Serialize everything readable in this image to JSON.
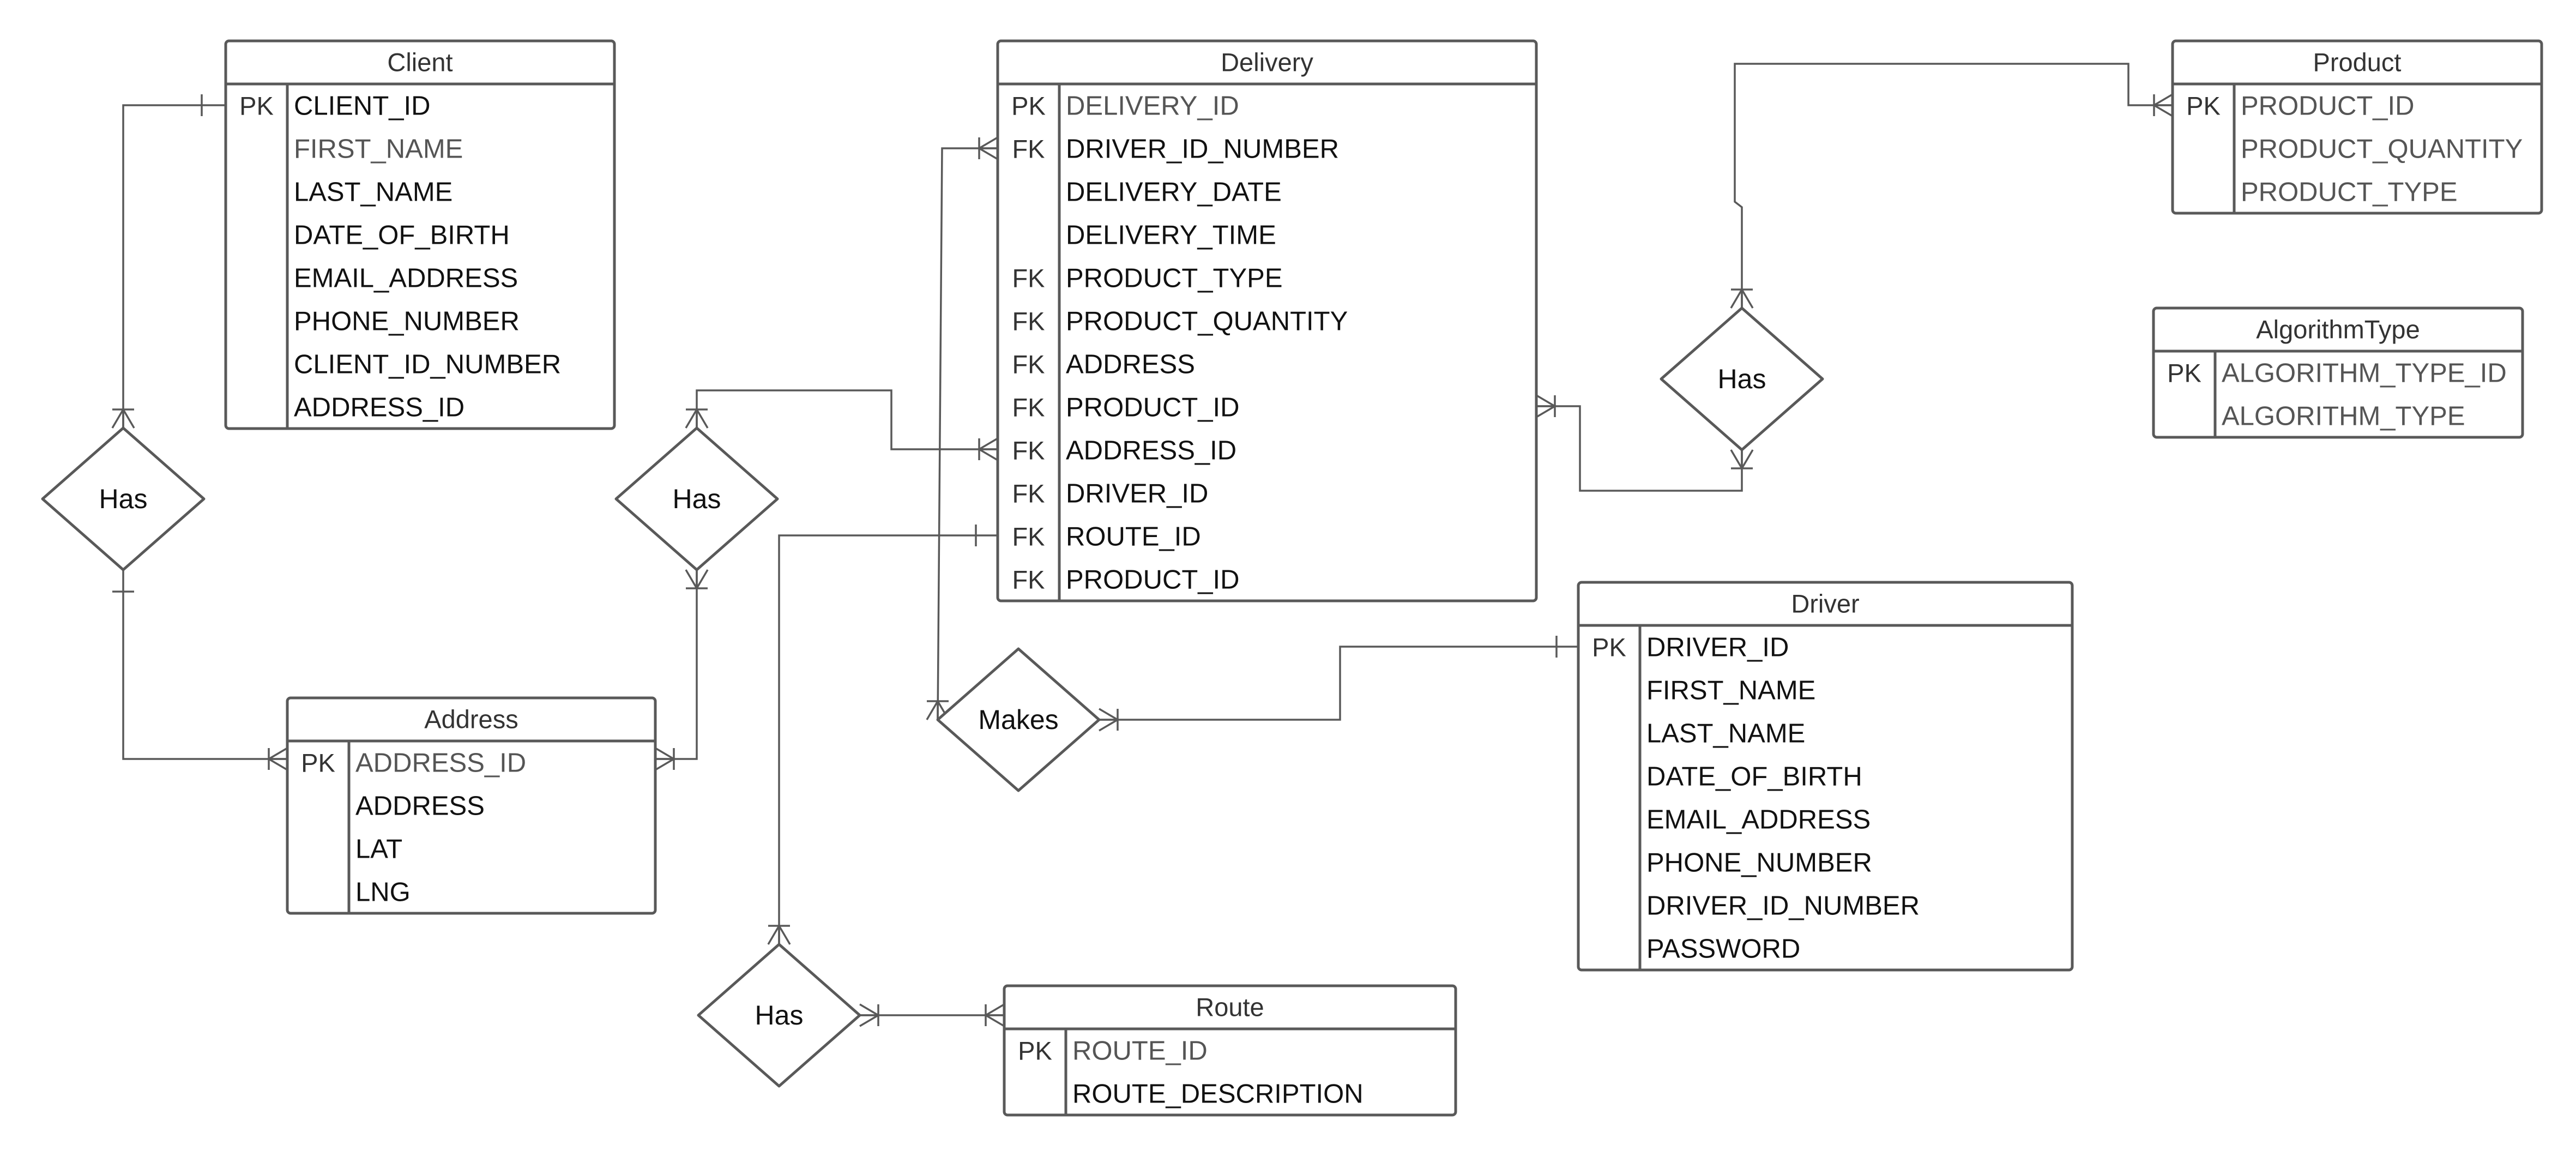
{
  "tables": [
    {
      "id": "client",
      "name": "Client",
      "columns": [
        {
          "key": "PK",
          "name": "CLIENT_ID"
        },
        {
          "key": "",
          "name": "FIRST_NAME",
          "muted": true
        },
        {
          "key": "",
          "name": "LAST_NAME"
        },
        {
          "key": "",
          "name": "DATE_OF_BIRTH"
        },
        {
          "key": "",
          "name": "EMAIL_ADDRESS"
        },
        {
          "key": "",
          "name": "PHONE_NUMBER"
        },
        {
          "key": "",
          "name": "CLIENT_ID_NUMBER"
        },
        {
          "key": "",
          "name": "ADDRESS_ID"
        }
      ]
    },
    {
      "id": "delivery",
      "name": "Delivery",
      "columns": [
        {
          "key": "PK",
          "name": "DELIVERY_ID",
          "muted": true
        },
        {
          "key": "FK",
          "name": "DRIVER_ID_NUMBER"
        },
        {
          "key": "",
          "name": "DELIVERY_DATE"
        },
        {
          "key": "",
          "name": "DELIVERY_TIME"
        },
        {
          "key": "FK",
          "name": "PRODUCT_TYPE"
        },
        {
          "key": "FK",
          "name": "PRODUCT_QUANTITY"
        },
        {
          "key": "FK",
          "name": "ADDRESS"
        },
        {
          "key": "FK",
          "name": "PRODUCT_ID"
        },
        {
          "key": "FK",
          "name": "ADDRESS_ID"
        },
        {
          "key": "FK",
          "name": "DRIVER_ID"
        },
        {
          "key": "FK",
          "name": "ROUTE_ID"
        },
        {
          "key": "FK",
          "name": "PRODUCT_ID"
        }
      ]
    },
    {
      "id": "product",
      "name": "Product",
      "columns": [
        {
          "key": "PK",
          "name": "PRODUCT_ID",
          "muted": true
        },
        {
          "key": "",
          "name": "PRODUCT_QUANTITY",
          "muted": true
        },
        {
          "key": "",
          "name": "PRODUCT_TYPE",
          "muted": true
        }
      ]
    },
    {
      "id": "algorithm_type",
      "name": "AlgorithmType",
      "columns": [
        {
          "key": "PK",
          "name": "ALGORITHM_TYPE_ID",
          "muted": true
        },
        {
          "key": "",
          "name": "ALGORITHM_TYPE",
          "muted": true
        }
      ]
    },
    {
      "id": "address",
      "name": "Address",
      "columns": [
        {
          "key": "PK",
          "name": "ADDRESS_ID",
          "muted": true
        },
        {
          "key": "",
          "name": "ADDRESS"
        },
        {
          "key": "",
          "name": "LAT"
        },
        {
          "key": "",
          "name": "LNG"
        }
      ]
    },
    {
      "id": "driver",
      "name": "Driver",
      "columns": [
        {
          "key": "PK",
          "name": "DRIVER_ID"
        },
        {
          "key": "",
          "name": "FIRST_NAME"
        },
        {
          "key": "",
          "name": "LAST_NAME"
        },
        {
          "key": "",
          "name": "DATE_OF_BIRTH"
        },
        {
          "key": "",
          "name": "EMAIL_ADDRESS"
        },
        {
          "key": "",
          "name": "PHONE_NUMBER"
        },
        {
          "key": "",
          "name": "DRIVER_ID_NUMBER"
        },
        {
          "key": "",
          "name": "PASSWORD"
        }
      ]
    },
    {
      "id": "route",
      "name": "Route",
      "columns": [
        {
          "key": "PK",
          "name": "ROUTE_ID",
          "muted": true
        },
        {
          "key": "",
          "name": "ROUTE_DESCRIPTION"
        }
      ]
    }
  ],
  "relationships": [
    {
      "id": "client_address",
      "label": "Has"
    },
    {
      "id": "address_delivery",
      "label": "Has"
    },
    {
      "id": "delivery_product",
      "label": "Has"
    },
    {
      "id": "driver_delivery",
      "label": "Makes"
    },
    {
      "id": "route_delivery",
      "label": "Has"
    }
  ],
  "colors": {
    "line": "#595959",
    "text": "#111111",
    "muted_text": "#555555"
  }
}
